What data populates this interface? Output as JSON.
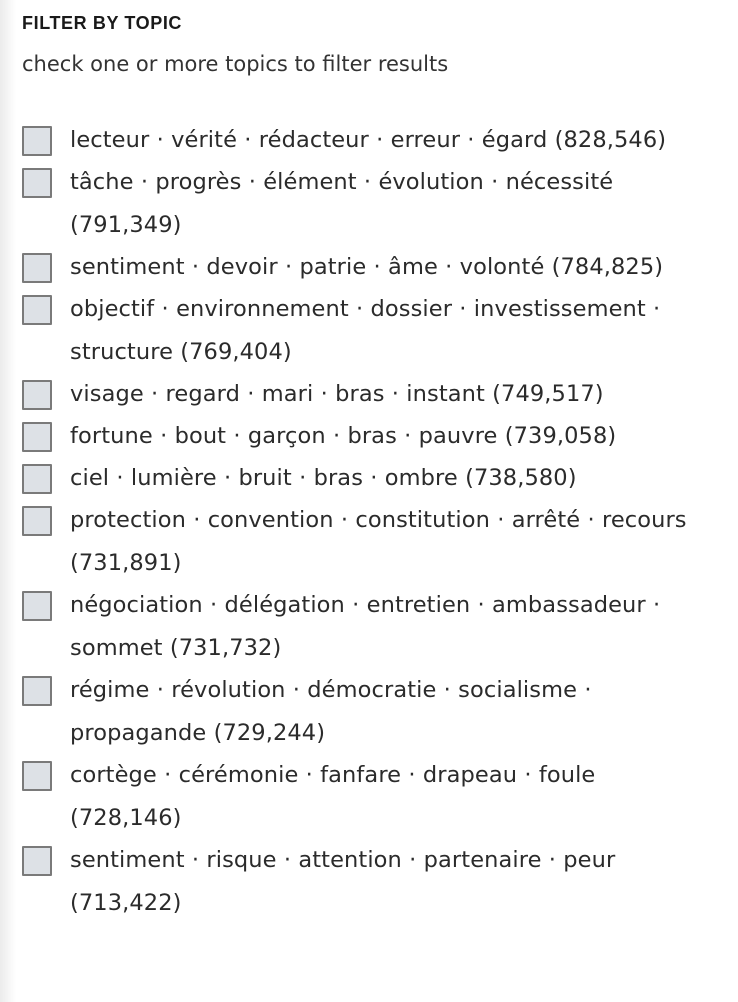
{
  "filter": {
    "heading": "FILTER BY TOPIC",
    "subheading": "check one or more topics to filter results",
    "checkbox_color": "#dde1e6",
    "topics": [
      {
        "label": "lecteur · vérité · rédacteur · erreur · égard (828,546)",
        "checked": false
      },
      {
        "label": "tâche · progrès · élément · évolution · nécessité (791,349)",
        "checked": false
      },
      {
        "label": "sentiment · devoir · patrie · âme · volonté (784,825)",
        "checked": false
      },
      {
        "label": "objectif · environnement · dossier · investissement · structure (769,404)",
        "checked": false
      },
      {
        "label": "visage · regard · mari · bras · instant (749,517)",
        "checked": false
      },
      {
        "label": "fortune · bout · garçon · bras · pauvre (739,058)",
        "checked": false
      },
      {
        "label": "ciel · lumière · bruit · bras · ombre (738,580)",
        "checked": false
      },
      {
        "label": "protection · convention · constitution · arrêté · recours (731,891)",
        "checked": false
      },
      {
        "label": "négociation · délégation · entretien · ambassadeur · sommet (731,732)",
        "checked": false
      },
      {
        "label": "régime · révolution · démocratie · socialisme · propagande (729,244)",
        "checked": false
      },
      {
        "label": "cortège · cérémonie · fanfare · drapeau · foule (728,146)",
        "checked": false
      },
      {
        "label": "sentiment · risque · attention · partenaire · peur (713,422)",
        "checked": false
      }
    ]
  }
}
